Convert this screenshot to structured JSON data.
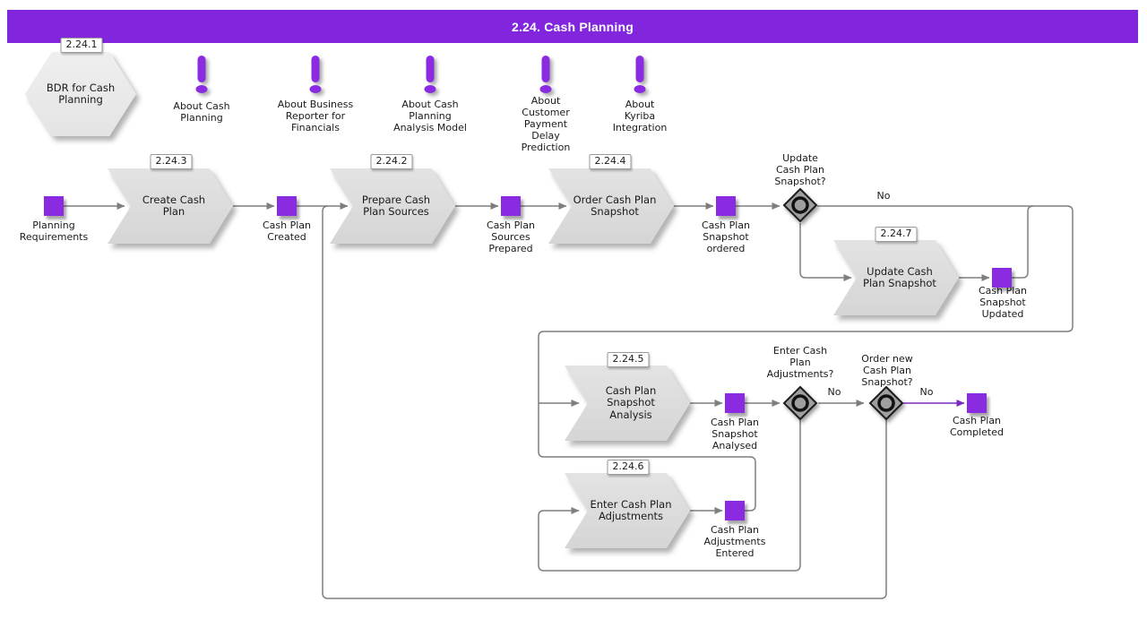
{
  "header": {
    "title": "2.24. Cash Planning"
  },
  "hexagon": {
    "id": "2.24.1",
    "label": "BDR for Cash\nPlanning"
  },
  "about_icons": [
    {
      "icon": "exclamation-icon",
      "label": "About Cash\nPlanning"
    },
    {
      "icon": "exclamation-icon",
      "label": "About Business\nReporter for\nFinancials"
    },
    {
      "icon": "exclamation-icon",
      "label": "About Cash\nPlanning\nAnalysis Model"
    },
    {
      "icon": "exclamation-icon",
      "label": "About\nCustomer\nPayment\nDelay\nPrediction"
    },
    {
      "icon": "exclamation-icon",
      "label": "About\nKyriba\nIntegration"
    }
  ],
  "processes": [
    {
      "id": "2.24.3",
      "label": "Create Cash\nPlan"
    },
    {
      "id": "2.24.2",
      "label": "Prepare Cash\nPlan Sources"
    },
    {
      "id": "2.24.4",
      "label": "Order Cash Plan\nSnapshot"
    },
    {
      "id": "2.24.7",
      "label": "Update Cash\nPlan Snapshot"
    },
    {
      "id": "2.24.5",
      "label": "Cash Plan\nSnapshot\nAnalysis"
    },
    {
      "id": "2.24.6",
      "label": "Enter Cash Plan\nAdjustments"
    }
  ],
  "events": [
    {
      "label": "Planning\nRequirements"
    },
    {
      "label": "Cash Plan\nCreated"
    },
    {
      "label": "Cash Plan\nSources\nPrepared"
    },
    {
      "label": "Cash Plan\nSnapshot\nordered"
    },
    {
      "label": "Cash Plan\nSnapshot\nUpdated"
    },
    {
      "label": "Cash Plan\nSnapshot\nAnalysed"
    },
    {
      "label": "Cash Plan\nAdjustments\nEntered"
    },
    {
      "label": "Cash Plan\nCompleted"
    }
  ],
  "decisions": [
    {
      "question": "Update\nCash Plan\nSnapshot?"
    },
    {
      "question": "Enter Cash\nPlan\nAdjustments?"
    },
    {
      "question": "Order new\nCash Plan\nSnapshot?"
    }
  ],
  "edge_labels": {
    "no_update": "No",
    "no_adjustments": "No",
    "no_new_snapshot": "No"
  },
  "colors": {
    "header_purple": "#8226DE",
    "event_purple": "#8A2BE2",
    "shape_gray": "#DBDBDB",
    "line_gray": "#7E7E7E",
    "final_edge_purple": "#7C2BBE"
  }
}
